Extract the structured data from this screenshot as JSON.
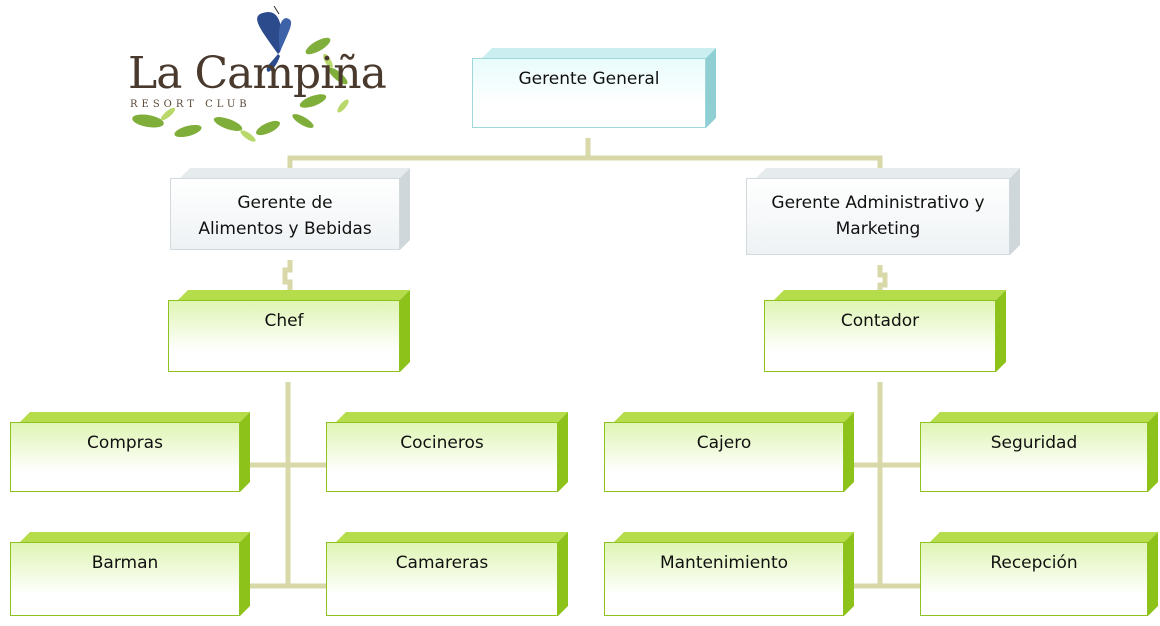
{
  "logo": {
    "name": "La Campiña",
    "subtitle": "RESORT CLUB"
  },
  "nodes": {
    "gerente_general": "Gerente General",
    "gerente_ab_line1": "Gerente de",
    "gerente_ab_line2": "Alimentos y Bebidas",
    "gerente_adm_line1": "Gerente Administrativo y",
    "gerente_adm_line2": "Marketing",
    "chef": "Chef",
    "contador": "Contador",
    "compras": "Compras",
    "cocineros": "Cocineros",
    "barman": "Barman",
    "camareras": "Camareras",
    "cajero": "Cajero",
    "seguridad": "Seguridad",
    "mantenimiento": "Mantenimiento",
    "recepcion": "Recepción"
  },
  "colors": {
    "connector": "#d9d8a8",
    "teal_side": "#8fcfd3",
    "green_side": "#8dc21a",
    "grey_side": "#d0d7da"
  }
}
